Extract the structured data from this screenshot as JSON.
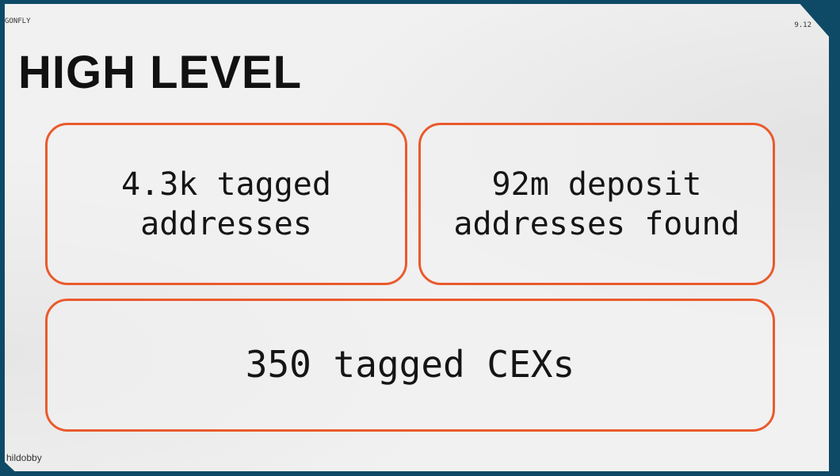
{
  "slide": {
    "corner_left_text": "GONFLY",
    "corner_right_text": "9.12",
    "title": "HIGH LEVEL",
    "handle": "hildobby"
  },
  "stats": [
    {
      "text": "4.3k tagged\naddresses"
    },
    {
      "text": "92m deposit\naddresses found"
    },
    {
      "text": "350 tagged CEXs"
    }
  ],
  "colors": {
    "frame": "#0e4a66",
    "slide_bg": "#f1f1f1",
    "accent_border": "#ea5a2c",
    "text": "#111111"
  }
}
